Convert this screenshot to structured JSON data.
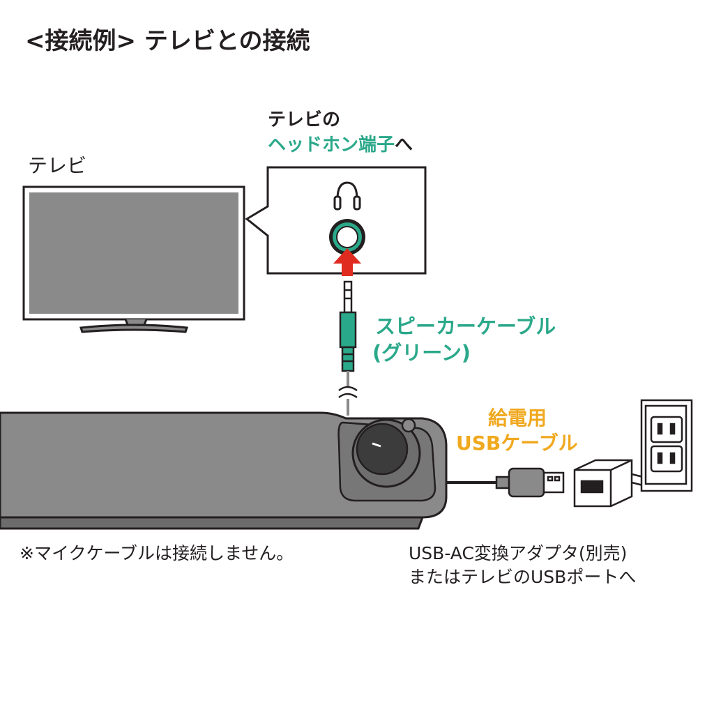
{
  "title": "<接続例> テレビとの接続",
  "tv_label": "テレビ",
  "callout": {
    "line1": "テレビの",
    "line2_highlight": "ヘッドホン端子",
    "line2_suffix": "へ"
  },
  "speaker_cable": {
    "line1": "スピーカーケーブル",
    "line2": "(グリーン)"
  },
  "usb_cable": {
    "line1": "給電用",
    "line2": "USBケーブル"
  },
  "note": "※マイクケーブルは接続しません。",
  "adapter": {
    "line1": "USB-AC変換アダプタ(別売)",
    "line2": "またはテレビのUSBポートへ"
  },
  "colors": {
    "teal": "#2aa88a",
    "orange": "#f0a81e",
    "arrow_red": "#e02b20",
    "device_gray": "#8a8a8a",
    "outline": "#231f20"
  },
  "icons": [
    "headphones-icon",
    "jack-port-icon",
    "up-arrow-icon",
    "wall-outlet-icon",
    "usb-plug-icon",
    "ac-adapter-icon",
    "volume-knob-icon"
  ]
}
